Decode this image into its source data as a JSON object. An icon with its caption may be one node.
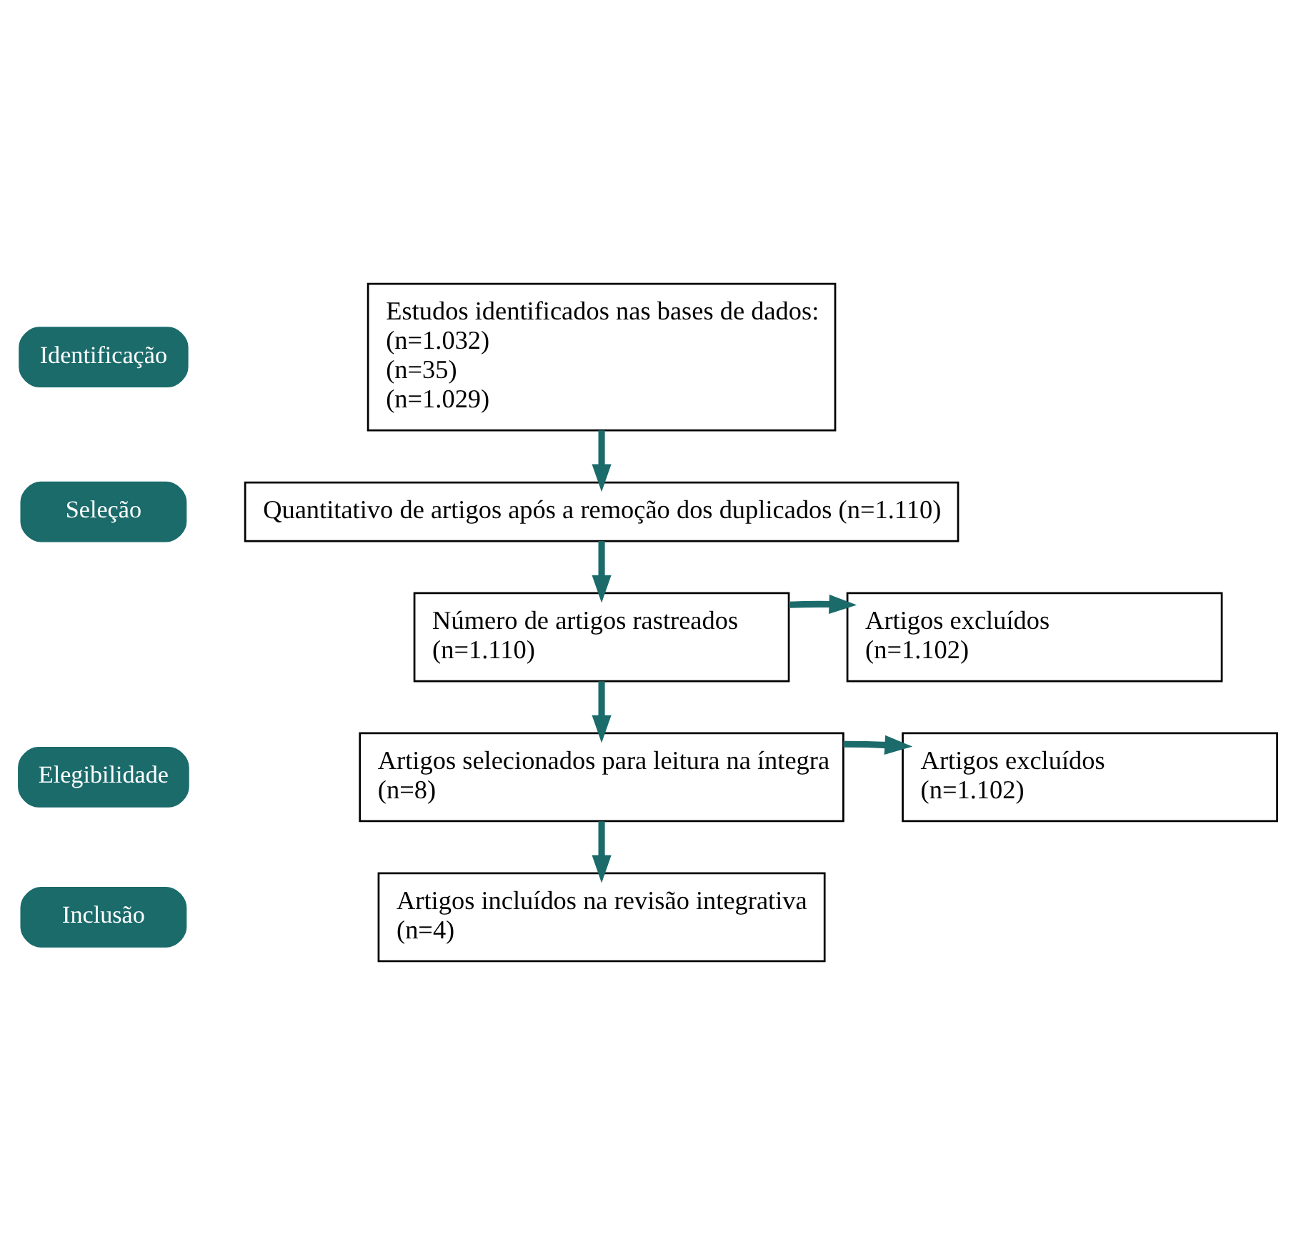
{
  "diagram": {
    "nodes": [
      {
        "text": [
          "Identificação"
        ]
      },
      {
        "text": [
          "Estudos identificados nas bases de dados:",
          "(n=1.032)",
          "(n=35)",
          "(n=1.029)"
        ]
      },
      {
        "text": [
          "Seleção"
        ]
      },
      {
        "text": [
          "Quantitativo de artigos após a remoção dos duplicados (n=1.110)"
        ]
      },
      {
        "text": [
          "Número de artigos rastreados",
          "(n=1.110)"
        ]
      },
      {
        "text": [
          "Artigos excluídos",
          "(n=1.102)"
        ]
      },
      {
        "text": [
          "Elegibilidade"
        ]
      },
      {
        "text": [
          "Artigos selecionados para leitura na íntegra",
          "(n=8)"
        ]
      },
      {
        "text": [
          "Artigos excluídos",
          "(n=1.102)"
        ]
      },
      {
        "text": [
          "Inclusão"
        ]
      },
      {
        "text": [
          "Artigos incluídos na revisão integrativa",
          "(n=4)"
        ]
      }
    ],
    "edges": [
      {
        "from": 1,
        "to": 3,
        "arrow": "to"
      },
      {
        "from": 3,
        "to": 4,
        "arrow": "to"
      },
      {
        "from": 4,
        "to": 5,
        "arrow": "to"
      },
      {
        "from": 4,
        "to": 7,
        "arrow": "to"
      },
      {
        "from": 7,
        "to": 8,
        "arrow": "to"
      },
      {
        "from": 7,
        "to": 10,
        "arrow": "to"
      }
    ]
  }
}
